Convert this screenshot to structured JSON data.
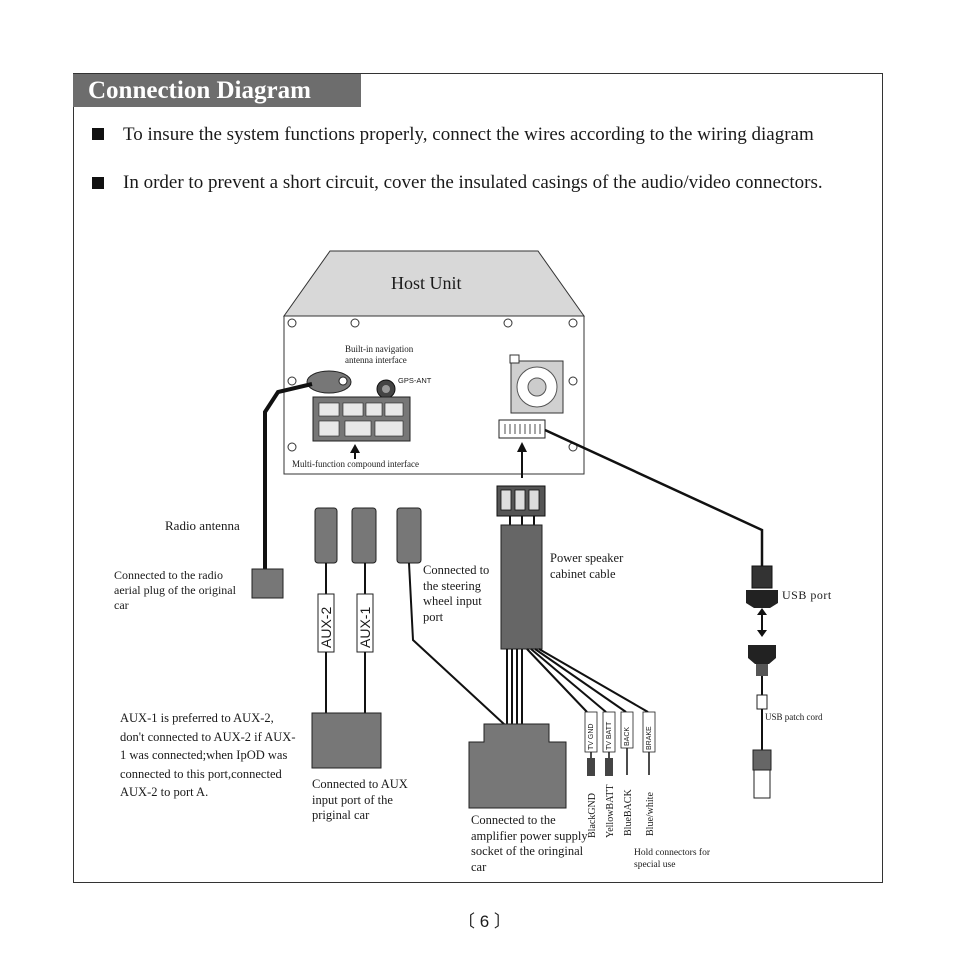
{
  "title": "Connection Diagram",
  "bullets": [
    "To insure the system functions properly, connect the wires according to the wiring diagram",
    "In order to prevent a short circuit, cover the insulated casings of the audio/video connectors."
  ],
  "diagram": {
    "host_unit": "Host Unit",
    "nav_antenna": "Built-in  navigation antenna interface",
    "gps_ant": "GPS-ANT",
    "multi_function": "Multi-function compound interface",
    "radio_antenna": "Radio antenna",
    "radio_plug": "Connected to the radio aerial plug of the original car",
    "aux2_label": "AUX-2",
    "aux1_label": "AUX-1",
    "steering": "Connected to the steering wheel input port",
    "power_speaker": "Power speaker cabinet cable",
    "usb_port": "USB port",
    "usb_patch": "USB patch cord",
    "aux_note": "AUX-1 is preferred to AUX-2, don't connected to AUX-2 if AUX-1 was connected;when IpOD was connected to this port,connected AUX-2 to port A.",
    "aux_input": "Connected to AUX input port of the priginal car",
    "amplifier": "Connected to the amplifier power supply socket of the oringinal car",
    "wire_tags": [
      "TV GND",
      "TV BATT",
      "BACK",
      "BRAKE"
    ],
    "wire_colors": [
      "BlackGND",
      "YellowBATT",
      "BlueBACK",
      "Blue/white"
    ],
    "hold_connectors": "Hold connectors for special use"
  },
  "page_number": "〔 6 〕"
}
